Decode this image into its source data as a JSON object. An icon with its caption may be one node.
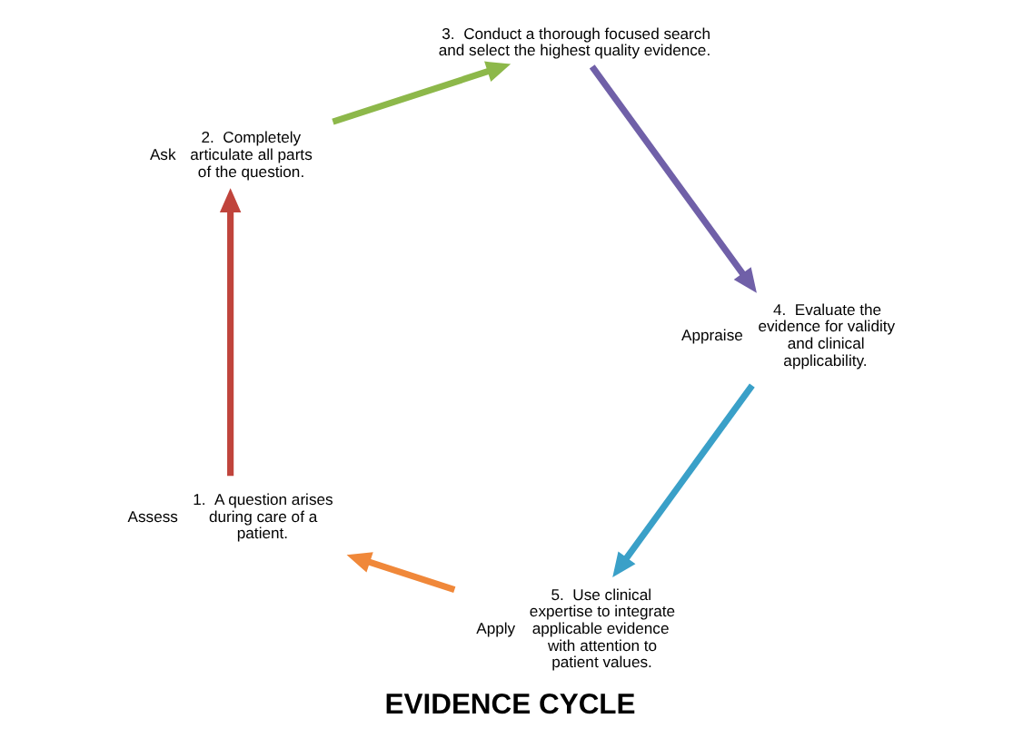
{
  "diagram": {
    "title": "EVIDENCE CYCLE",
    "nodes": [
      {
        "text": [
          "Apply"
        ],
        "beside": [
          "5.  Use clinical expertise to integrate applicable evidence with attention to patient values."
        ]
      },
      {
        "text": [
          "Assess"
        ],
        "beside": [
          "1.  A question arises during care of a patient."
        ]
      },
      {
        "text": [
          "Ask"
        ],
        "beside": [
          "2.  Completely articulate all parts of the question."
        ]
      },
      {
        "text": [
          "3.  Conduct a thorough focused search and select the highest quality evidence."
        ]
      },
      {
        "text": [
          "Appraise"
        ],
        "beside": [
          "4.  Evaluate the evidence for validity and clinical applicability."
        ]
      }
    ],
    "edges": [
      {
        "from": 0,
        "to": 1,
        "arrow": "to",
        "color": "#f0883a"
      },
      {
        "from": 1,
        "to": 2,
        "arrow": "to",
        "color": "#c0443c"
      },
      {
        "from": 2,
        "to": 3,
        "arrow": "to",
        "color": "#8db84a"
      },
      {
        "from": 3,
        "to": 4,
        "arrow": "to",
        "color": "#7060a8"
      },
      {
        "from": 4,
        "to": 0,
        "arrow": "to",
        "color": "#3aa0c8"
      }
    ]
  }
}
